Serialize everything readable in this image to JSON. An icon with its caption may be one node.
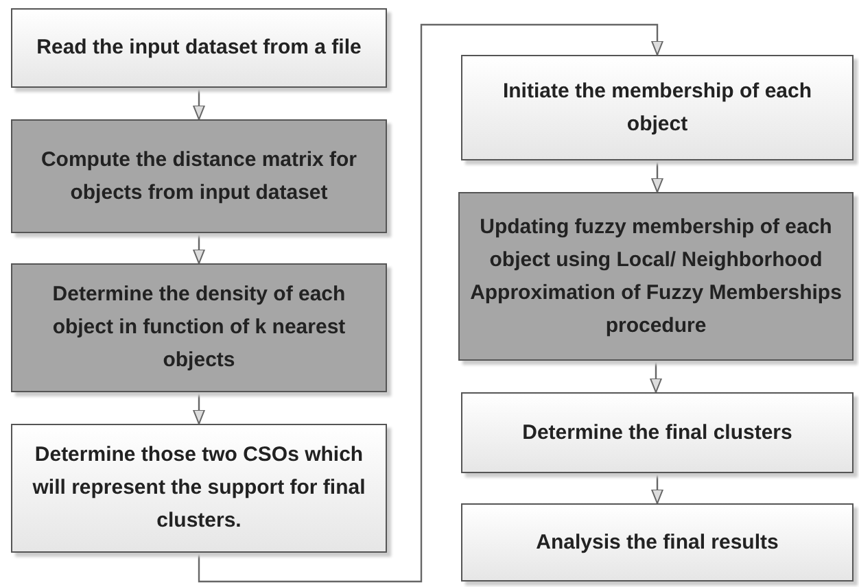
{
  "diagram": {
    "nodes": [
      {
        "text": [
          "Read the input dataset from a file"
        ]
      },
      {
        "text": [
          "Compute the distance matrix for  objects from input dataset"
        ]
      },
      {
        "text": [
          "Determine the density of each object in function of k nearest objects"
        ]
      },
      {
        "text": [
          "Determine those two CSOs which will represent the support for final clusters."
        ]
      },
      {
        "text": [
          "Initiate the membership of each object"
        ]
      },
      {
        "text": [
          "Updating fuzzy membership of each object using  Local/ Neighborhood Approximation of Fuzzy Memberships procedure"
        ]
      },
      {
        "text": [
          "Determine the final clusters"
        ]
      },
      {
        "text": [
          "Analysis the final results"
        ]
      }
    ],
    "edges": [
      {
        "from": 0,
        "to": 1,
        "arrow": "to"
      },
      {
        "from": 1,
        "to": 2,
        "arrow": "to"
      },
      {
        "from": 2,
        "to": 3,
        "arrow": "to"
      },
      {
        "from": 3,
        "to": 4,
        "arrow": "to"
      },
      {
        "from": 4,
        "to": 5,
        "arrow": "to"
      },
      {
        "from": 5,
        "to": 6,
        "arrow": "to"
      },
      {
        "from": 6,
        "to": 7,
        "arrow": "to"
      }
    ]
  }
}
